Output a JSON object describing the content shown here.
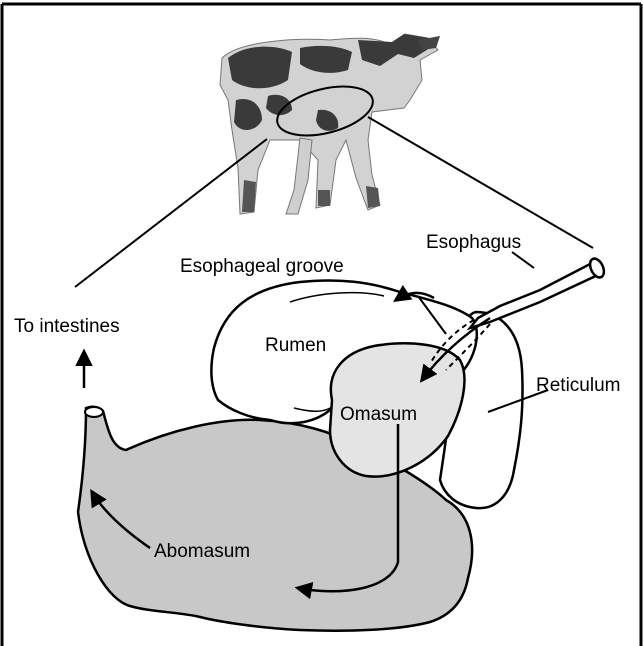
{
  "labels": {
    "to_intestines": "To intestines",
    "esophageal_groove": "Esophageal groove",
    "esophagus": "Esophagus",
    "rumen": "Rumen",
    "omasum": "Omasum",
    "reticulum": "Reticulum",
    "abomasum": "Abomasum"
  },
  "colors": {
    "abomasum_fill": "#c8c8c8",
    "omasum_fill": "#e4e4e4",
    "rumen_fill": "#ffffff",
    "calf_light": "#d2d2d2",
    "calf_dark": "#3a3a3a",
    "line": "#000000"
  },
  "icons": {
    "calf": "calf-icon",
    "arrows": "arrow-icon"
  }
}
